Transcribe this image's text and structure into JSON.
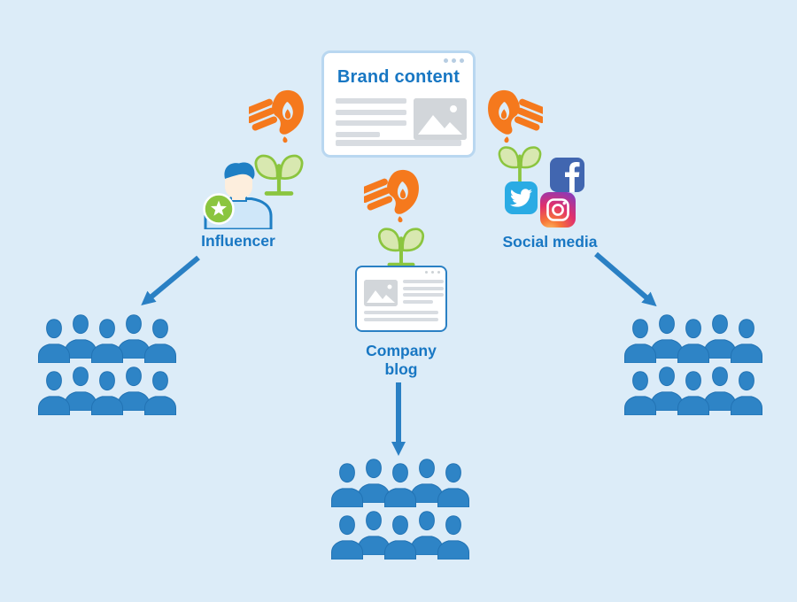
{
  "colors": {
    "background": "#dcecf8",
    "card_border": "#b9d7f0",
    "blue": "#2a80c4",
    "label_blue": "#1877c3",
    "crowd_blue": "#2e84c6",
    "crowd_seam": "#2273b4",
    "arrow": "#2a80c4",
    "orange": "#f5791d",
    "green": "#8bc53f",
    "leaf_fill": "#d8e8b0",
    "badge_green": "#8bc53f",
    "shirt": "#cfe7f9",
    "skin": "#fdeedd",
    "hair": "#1f7fc4",
    "gray_line": "#d8dce1",
    "gray_placeholder": "#d2d6da",
    "dots_blue": "#b7cde2",
    "dots_gray": "#cdd2d6",
    "facebook": "#4166b0",
    "twitter": "#2aabe4",
    "instagram_purple": "#8a3ab9",
    "instagram_pink": "#e1306c",
    "instagram_orange": "#f77737",
    "instagram_yellow": "#fdc468",
    "white": "#ffffff"
  },
  "nodes": {
    "brand_content": {
      "title": "Brand content"
    },
    "influencer": {
      "label": "Influencer"
    },
    "company_blog": {
      "label": "Company blog"
    },
    "social_media": {
      "label": "Social media",
      "platforms": [
        "Facebook",
        "Twitter",
        "Instagram"
      ]
    }
  },
  "audiences": {
    "groups": 3,
    "rows_per_group": 2,
    "people_per_row": 5
  }
}
